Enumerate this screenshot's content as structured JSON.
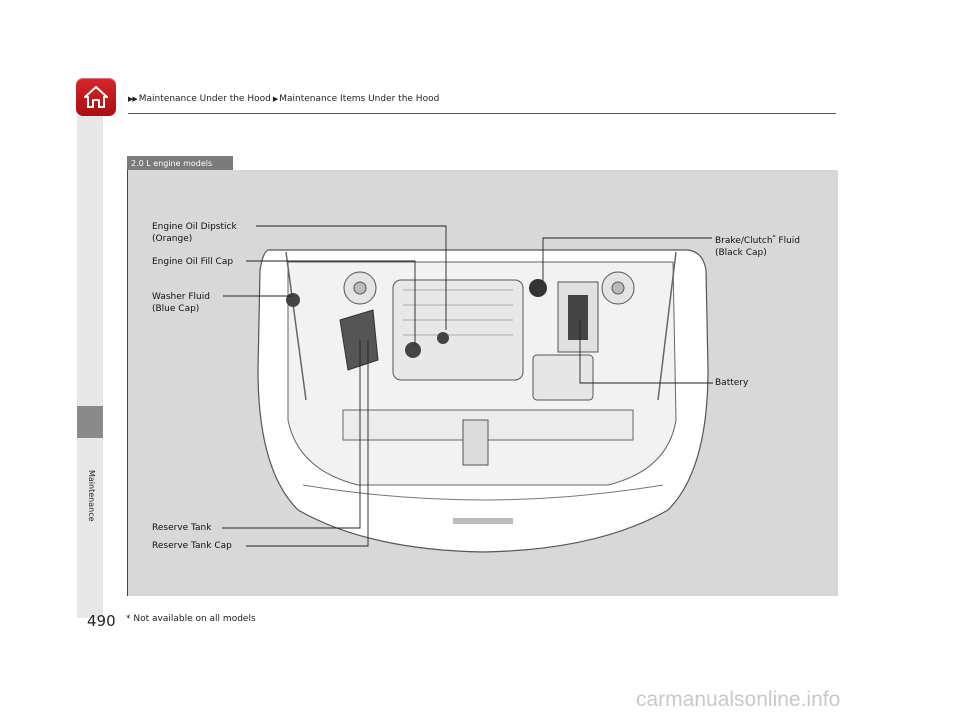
{
  "breadcrumb": {
    "item1": "Maintenance Under the Hood",
    "item2": "Maintenance Items Under the Hood"
  },
  "side_tab": {
    "label": "Maintenance"
  },
  "badge": "2.0 L engine models",
  "labels": {
    "dipstick": {
      "line1": "Engine Oil Dipstick",
      "line2": "(Orange)"
    },
    "fill_cap": "Engine Oil Fill Cap",
    "washer": {
      "line1": "Washer Fluid",
      "line2": "(Blue Cap)"
    },
    "brake": {
      "line1a": "Brake/Clutch",
      "asterisk": "*",
      "line1b": " Fluid",
      "line2": "(Black Cap)"
    },
    "battery": "Battery",
    "reserve_tank": "Reserve Tank",
    "reserve_tank_cap": "Reserve Tank Cap"
  },
  "page_number": "490",
  "footnote": "* Not available on all models",
  "watermark": "carmanualsonline.info",
  "colors": {
    "home_button": "#c81c22",
    "figure_bg": "#d8d8d8",
    "badge_bg": "#7b7b7b"
  },
  "icons": {
    "home": "house-icon"
  }
}
